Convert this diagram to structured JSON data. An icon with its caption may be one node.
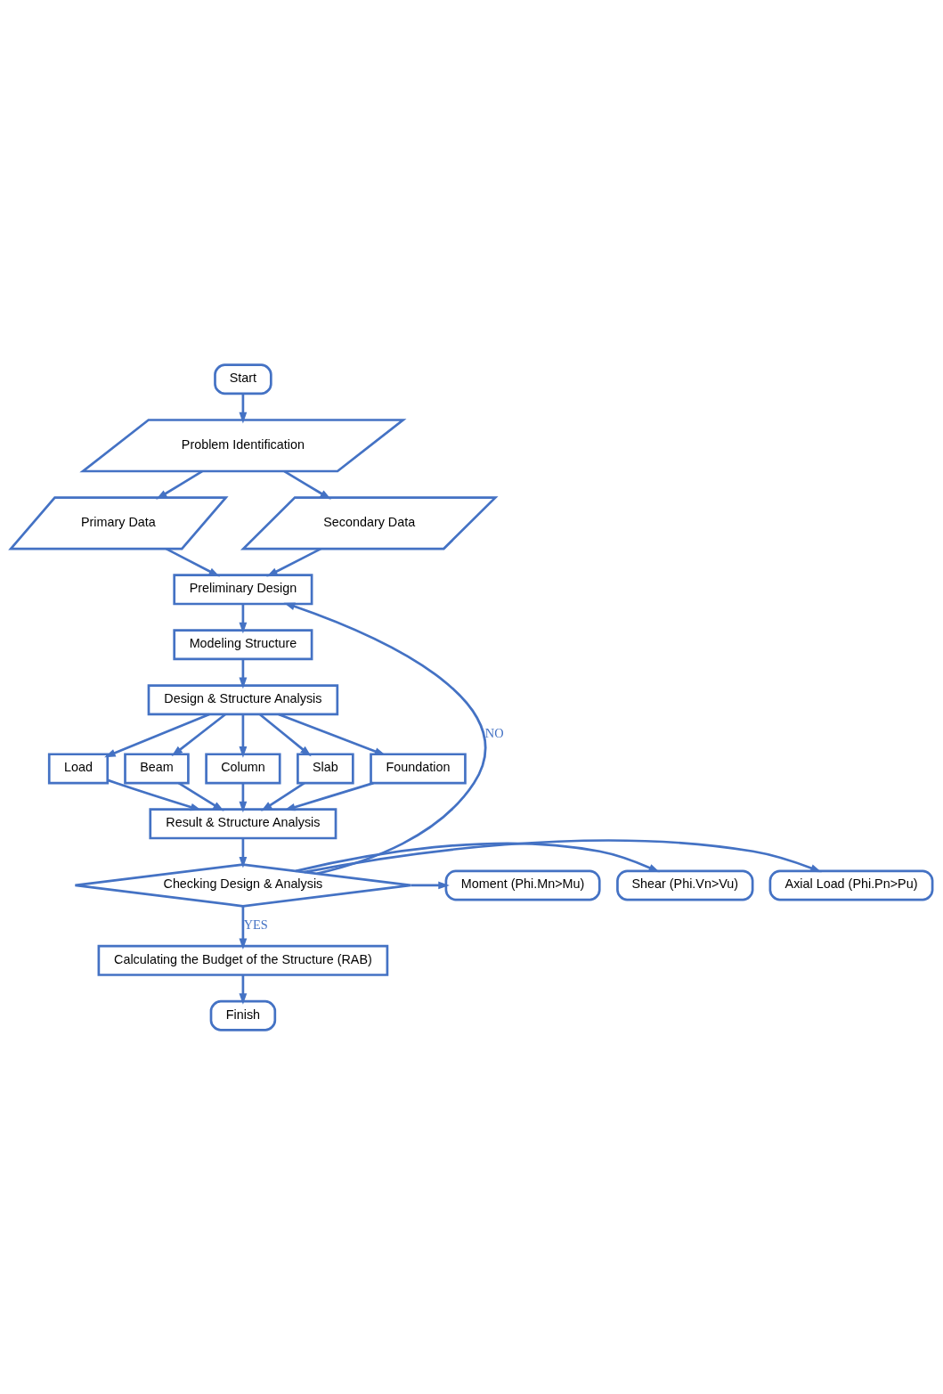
{
  "diagram": {
    "nodes": [
      {
        "text": [
          "Start"
        ]
      },
      {
        "text": [
          "Problem Identification"
        ]
      },
      {
        "text": [
          "Primary Data"
        ]
      },
      {
        "text": [
          "Secondary Data"
        ]
      },
      {
        "text": [
          "Preliminary Design"
        ]
      },
      {
        "text": [
          "Modeling Structure"
        ]
      },
      {
        "text": [
          "Design & Structure Analysis"
        ]
      },
      {
        "text": [
          "Load"
        ]
      },
      {
        "text": [
          "Beam"
        ]
      },
      {
        "text": [
          "Column"
        ]
      },
      {
        "text": [
          "Slab"
        ]
      },
      {
        "text": [
          "Foundation"
        ]
      },
      {
        "text": [
          "Result & Structure Analysis"
        ]
      },
      {
        "text": [
          "Checking Design & Analysis"
        ]
      },
      {
        "text": [
          "Moment (Phi.Mn>Mu)"
        ]
      },
      {
        "text": [
          "Shear (Phi.Vn>Vu)"
        ]
      },
      {
        "text": [
          "Axial Load (Phi.Pn>Pu)"
        ]
      },
      {
        "text": [
          "Calculating the Budget of the Structure (RAB)"
        ]
      },
      {
        "text": [
          "Finish"
        ]
      }
    ],
    "edges": [
      {
        "from": 0,
        "to": 1,
        "arrow": "to"
      },
      {
        "from": 1,
        "to": 2,
        "arrow": "to"
      },
      {
        "from": 1,
        "to": 3,
        "arrow": "to"
      },
      {
        "from": 2,
        "to": 4,
        "arrow": "to"
      },
      {
        "from": 3,
        "to": 4,
        "arrow": "to"
      },
      {
        "from": 4,
        "to": 5,
        "arrow": "to"
      },
      {
        "from": 5,
        "to": 6,
        "arrow": "to"
      },
      {
        "from": 6,
        "to": 7,
        "arrow": "to"
      },
      {
        "from": 6,
        "to": 8,
        "arrow": "to"
      },
      {
        "from": 6,
        "to": 9,
        "arrow": "to"
      },
      {
        "from": 6,
        "to": 10,
        "arrow": "to"
      },
      {
        "from": 6,
        "to": 11,
        "arrow": "to"
      },
      {
        "from": 7,
        "to": 12,
        "arrow": "to"
      },
      {
        "from": 8,
        "to": 12,
        "arrow": "to"
      },
      {
        "from": 9,
        "to": 12,
        "arrow": "to"
      },
      {
        "from": 10,
        "to": 12,
        "arrow": "to"
      },
      {
        "from": 11,
        "to": 12,
        "arrow": "to"
      },
      {
        "from": 12,
        "to": 13,
        "arrow": "to"
      },
      {
        "from": 13,
        "to": 14,
        "arrow": "to"
      },
      {
        "from": 13,
        "to": 15,
        "arrow": "to"
      },
      {
        "from": 13,
        "to": 16,
        "arrow": "to"
      },
      {
        "from": 13,
        "to": 4,
        "arrow": "to",
        "label": "NO"
      },
      {
        "from": 13,
        "to": 17,
        "arrow": "to",
        "label": "YES"
      },
      {
        "from": 17,
        "to": 18,
        "arrow": "to"
      }
    ]
  }
}
